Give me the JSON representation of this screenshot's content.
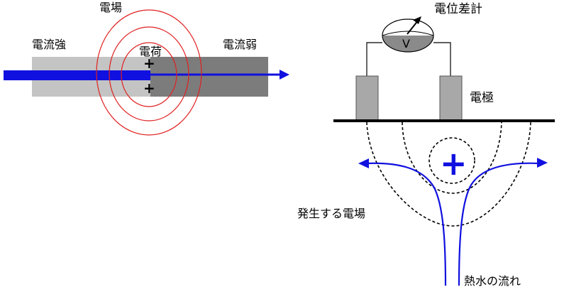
{
  "left_diagram": {
    "label_strong_current": "電流強",
    "label_weak_current": "電流弱",
    "label_electric_field": "電場",
    "label_charge": "電荷",
    "charge_symbols": [
      "+",
      "+"
    ],
    "colors": {
      "light_gray": "#c4c4c4",
      "dark_gray": "#7c7c7c",
      "current_arrow": "#1010e0",
      "field_rings": "#e02020"
    }
  },
  "right_diagram": {
    "label_potentiometer": "電位差計",
    "meter_symbol": "V",
    "label_electrodes": "電極",
    "label_generated_field": "発生する電場",
    "label_hot_water_flow": "熱水の流れ",
    "charge_symbol": "+",
    "colors": {
      "electrode": "#a8a8a8",
      "meter_bottom": "#8a8a8a",
      "flow": "#1010e0",
      "field_lines": "#000000"
    }
  }
}
